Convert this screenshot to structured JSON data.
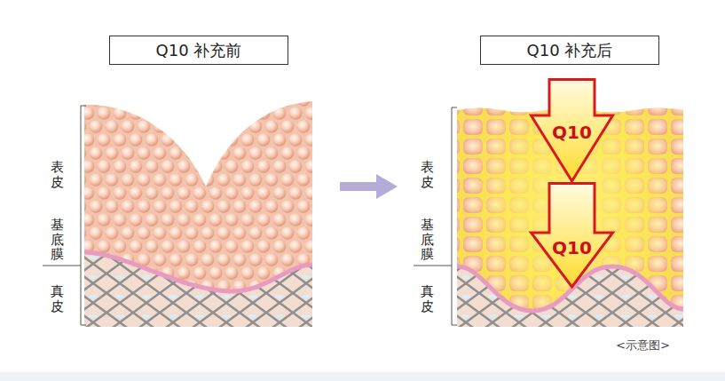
{
  "diagram": {
    "caption": "<示意图>",
    "nodes": [
      {
        "text": [
          "Q10 补充前"
        ]
      },
      {
        "text": [
          "Q10 补充后"
        ]
      },
      {
        "text": [
          "Q10"
        ]
      },
      {
        "text": [
          "Q10"
        ]
      }
    ],
    "labels": [
      "表皮",
      "基底膜",
      "真皮",
      "表皮",
      "基底膜",
      "真皮"
    ]
  }
}
